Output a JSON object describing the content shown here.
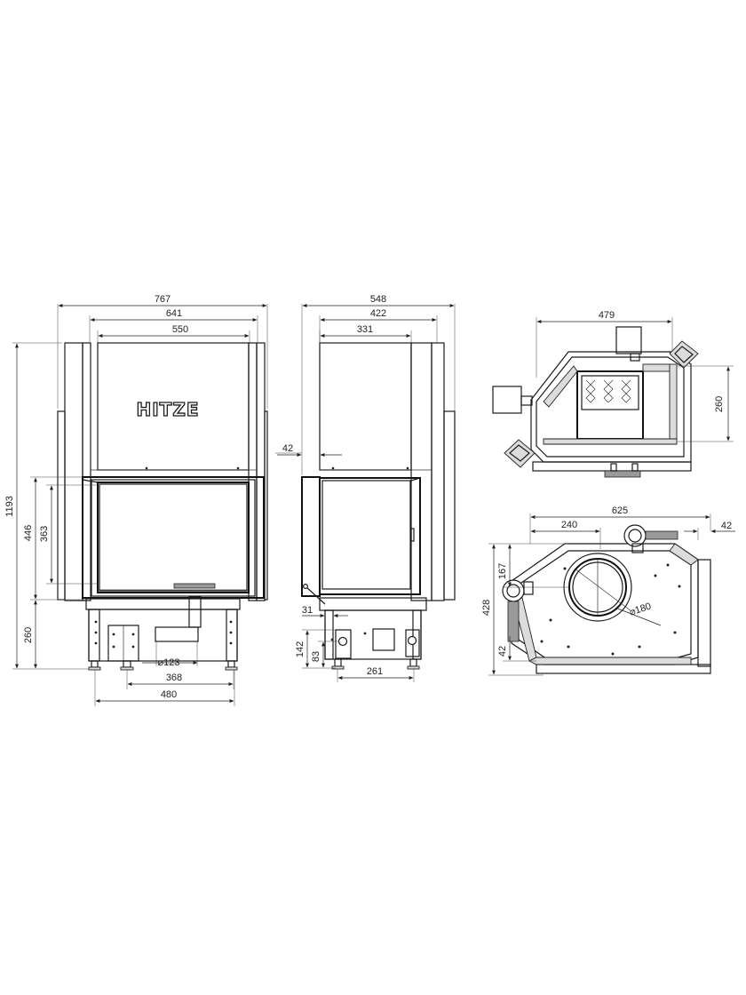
{
  "brand": {
    "logo_text": "HITZE"
  },
  "front_view": {
    "overall_width": "767",
    "body_width": "641",
    "door_width": "550",
    "overall_height": "1193",
    "glass_height_outer": "446",
    "glass_height_inner": "363",
    "base_height": "260",
    "air_inlet_diameter": "⌀123",
    "leg_spacing_inner": "368",
    "leg_spacing_outer": "480"
  },
  "side_view": {
    "overall_depth": "548",
    "body_depth": "422",
    "door_depth": "331",
    "side_offset": "42",
    "handle_offset": "31",
    "inlet_height": "142",
    "inlet_center_height": "83",
    "leg_spacing": "261"
  },
  "plan_view_top": {
    "width": "479",
    "depth": "260"
  },
  "plan_view_bottom": {
    "width": "625",
    "flue_offset": "240",
    "side_offset": "42",
    "depth_total": "428",
    "flue_center_depth": "167",
    "front_offset": "42",
    "flue_diameter": "⌀180"
  }
}
